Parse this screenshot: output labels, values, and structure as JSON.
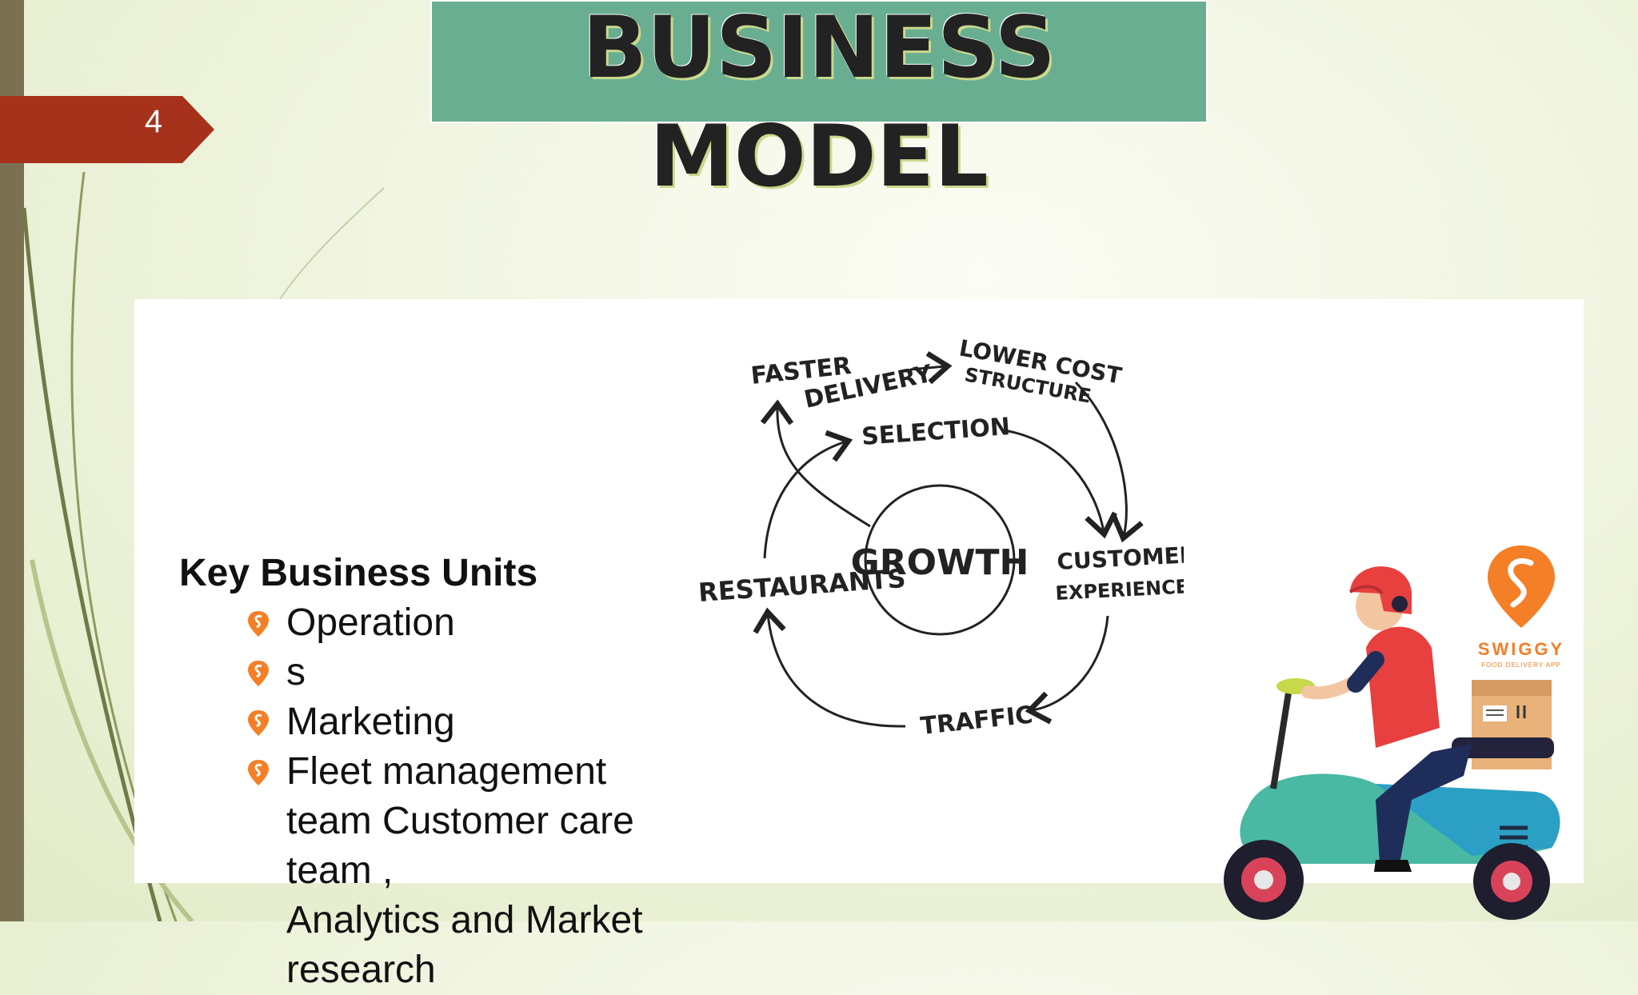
{
  "slide": {
    "page_number": "4",
    "title_line1": "BUSINESS",
    "title_line2": "MODEL"
  },
  "key_units": {
    "heading": "Key Business Units",
    "items": [
      {
        "lines": [
          "Operation"
        ]
      },
      {
        "lines": [
          "s"
        ]
      },
      {
        "lines": [
          "Marketing"
        ]
      },
      {
        "lines": [
          "Fleet management",
          "team  Customer care",
          "team ,",
          "Analytics and Market research"
        ]
      }
    ]
  },
  "diagram": {
    "center": "GROWTH",
    "faster": "FASTER",
    "delivery": "DELIVERY",
    "lower_cost": "LOWER COST",
    "structure": "STRUCTURE",
    "selection": "SELECTION",
    "customer": "CUSTOMER",
    "experience": "EXPERIENCE",
    "traffic": "TRAFFIC",
    "restaurants": "RESTAURANTS"
  },
  "brand": {
    "name": "SWIGGY",
    "tagline": "FOOD DELIVERY APP"
  },
  "colors": {
    "title_band": "#6aae92",
    "page_tab": "#a6321c",
    "side_bar": "#7a7152",
    "brand_orange": "#f47f26"
  }
}
